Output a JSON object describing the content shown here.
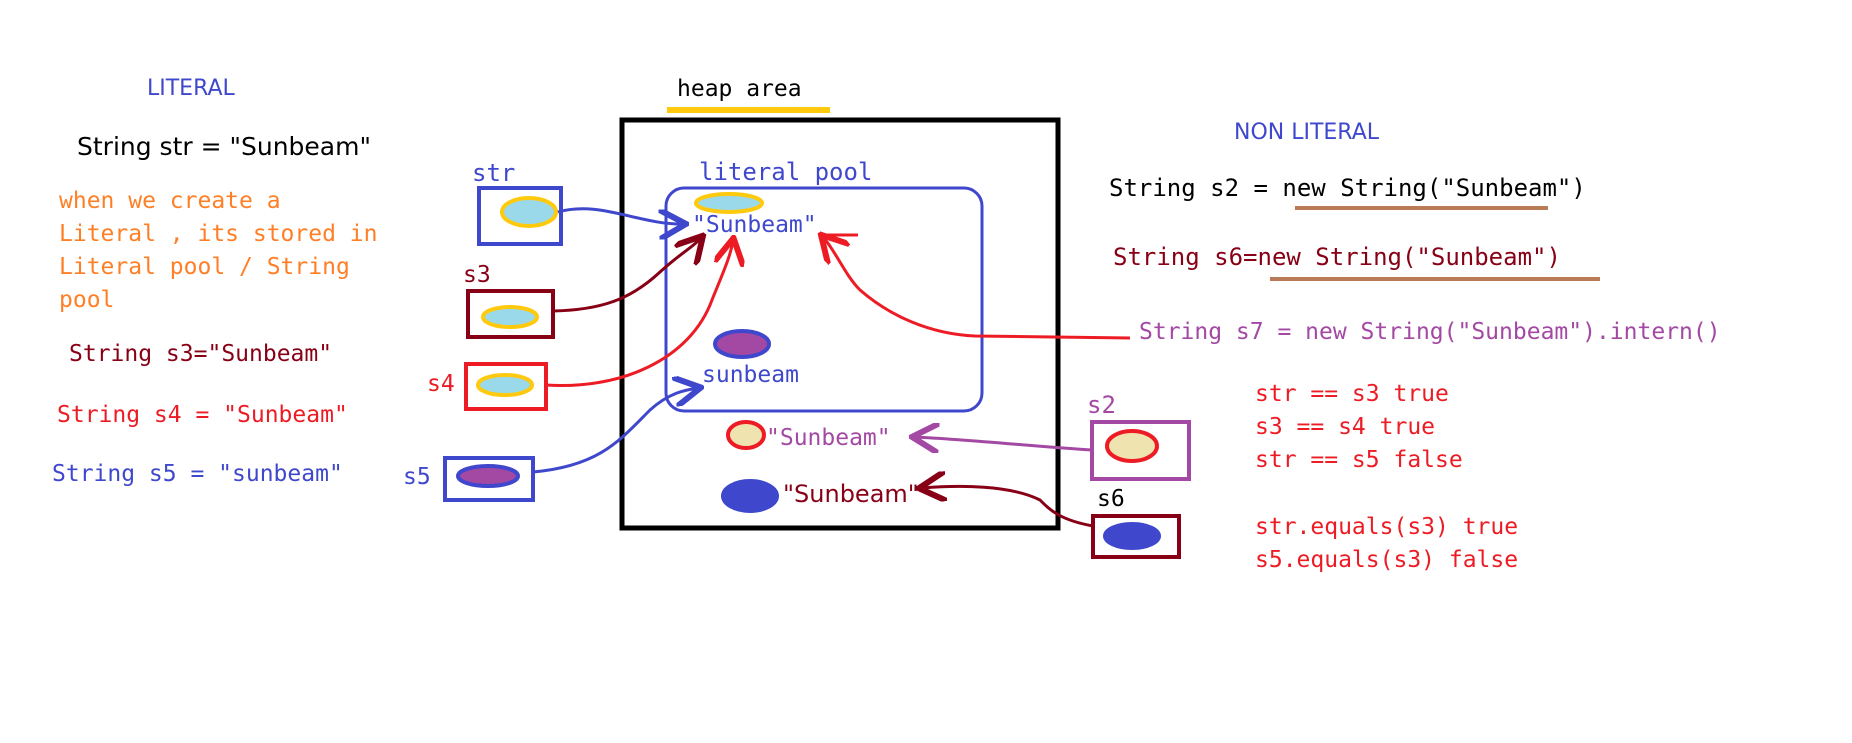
{
  "colors": {
    "blue": "#3f48cc",
    "red": "#ed1c24",
    "maroon": "#880015",
    "orange": "#ff7f27",
    "purple": "#a349a4",
    "black": "#000000",
    "gold": "#ffc90e",
    "brown": "#b97a57",
    "lightblue": "#99d9ea",
    "cream": "#efe4b0"
  },
  "left": {
    "heading": "LITERAL",
    "str_decl": "String str = \"Sunbeam\"",
    "note_lines": [
      "when we create a",
      "Literal , its stored in",
      "Literal pool / String",
      "pool"
    ],
    "s3_decl": "String s3=\"Sunbeam\"",
    "s4_decl": "String s4 = \"Sunbeam\"",
    "s5_decl": "String s5 = \"sunbeam\""
  },
  "refs": {
    "str": "str",
    "s3": "s3",
    "s4": "s4",
    "s5": "s5",
    "s2": "s2",
    "s6": "s6"
  },
  "heap": {
    "title": "heap area",
    "pool_title": "literal pool",
    "pool_literal_1": "\"Sunbeam\"",
    "pool_literal_2": "sunbeam",
    "obj_s2": "\"Sunbeam\"",
    "obj_s6": "\"Sunbeam\""
  },
  "right": {
    "heading": "NON LITERAL",
    "s2_decl": "String s2 = new String(\"Sunbeam\")",
    "s6_decl": "String s6=new String(\"Sunbeam\")",
    "s7_decl": "String s7 = new String(\"Sunbeam\").intern()",
    "results_1": [
      "str == s3  true",
      "s3 == s4 true",
      "str == s5 false"
    ],
    "results_2": [
      "str.equals(s3) true",
      "s5.equals(s3) false"
    ]
  }
}
